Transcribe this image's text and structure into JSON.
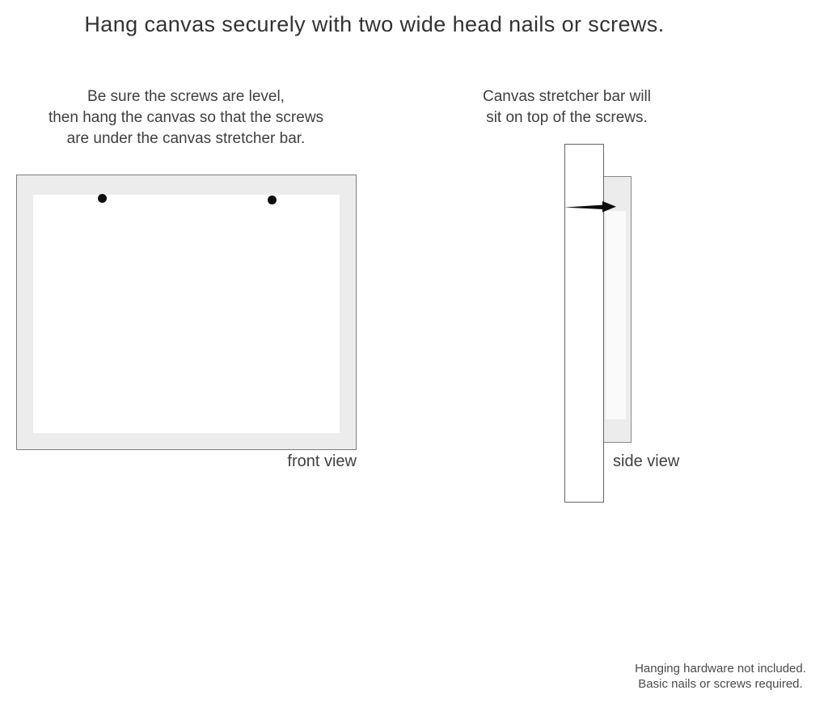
{
  "title": "Hang canvas securely with two wide head nails or screws.",
  "instructions": {
    "front": {
      "lines": [
        "Be sure the screws are level,",
        "then hang the canvas so that the screws",
        "are under the canvas stretcher bar."
      ]
    },
    "side": {
      "lines": [
        "Canvas stretcher bar will",
        "sit on top of the screws."
      ]
    }
  },
  "labels": {
    "front_view": "front view",
    "side_view": "side view"
  },
  "footer": {
    "lines": [
      "Hanging hardware not included.",
      "Basic nails or screws required."
    ]
  },
  "colors": {
    "fill_gray": "#ececec",
    "outline_gray": "#7d7d7d",
    "bar_outline": "#666666",
    "text_dark": "#333333",
    "text_body": "#3f3f3f",
    "nail_black": "#0d0d0d"
  }
}
